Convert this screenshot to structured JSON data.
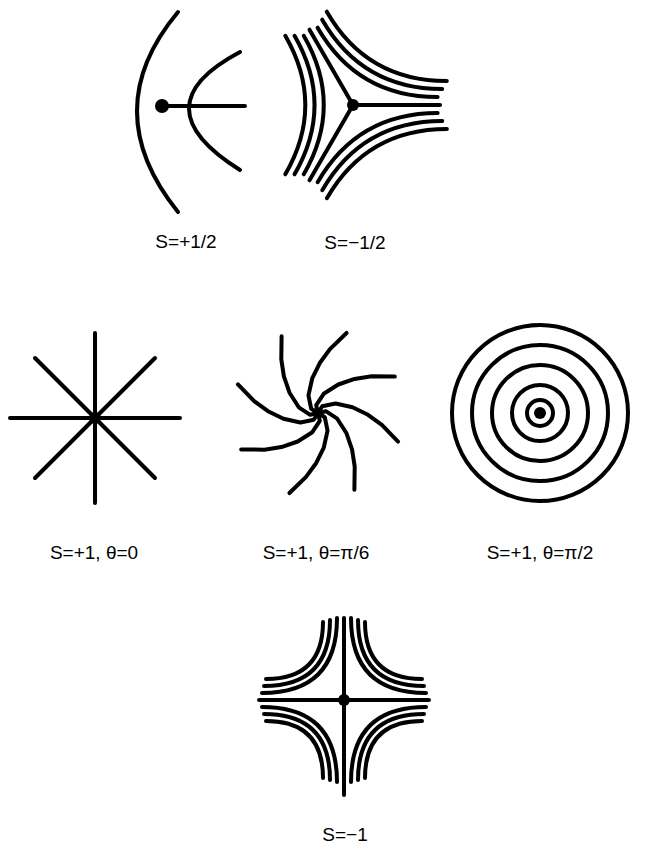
{
  "diagram": {
    "labels": [
      "S=+1/2",
      "S=−1/2",
      "S=+1, θ=0",
      "S=+1, θ=π/6",
      "S=+1, θ=π/2",
      "S=−1"
    ]
  }
}
